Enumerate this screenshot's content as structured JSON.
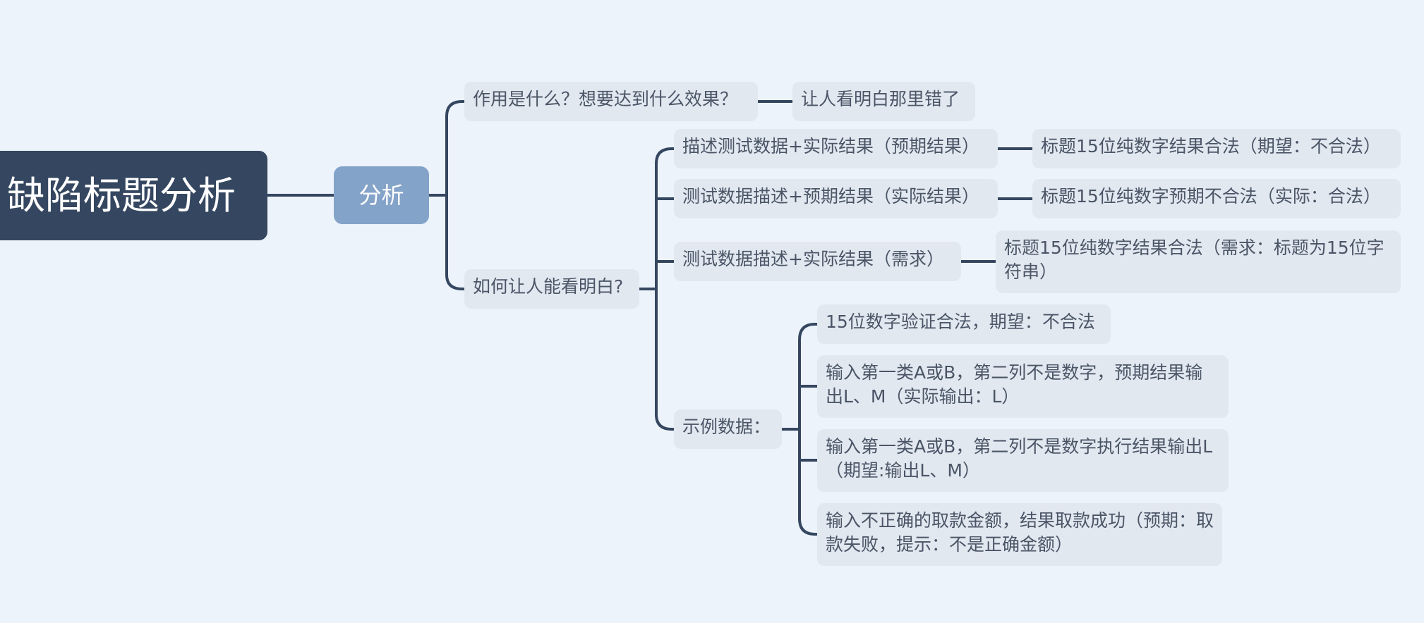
{
  "mindmap": {
    "root": "缺陷标题分析",
    "main": "分析",
    "purpose": {
      "question": "作用是什么？想要达到什么效果？",
      "answer": "让人看明白那里错了"
    },
    "how": {
      "label": "如何让人能看明白?",
      "patterns": [
        {
          "label": "描述测试数据+实际结果（预期结果）",
          "example": "标题15位纯数字结果合法（期望：不合法）"
        },
        {
          "label": "测试数据描述+预期结果（实际结果）",
          "example": "标题15位纯数字预期不合法（实际：合法）"
        },
        {
          "label": "测试数据描述+实际结果（需求）",
          "example": "标题15位纯数字结果合法（需求：标题为15位字符串）"
        }
      ],
      "examples_label": "示例数据：",
      "examples": [
        "15位数字验证合法，期望：不合法",
        "输入第一类A或B，第二列不是数字，预期结果输出L、M（实际输出：L）",
        "输入第一类A或B，第二列不是数字执行结果输出L（期望:输出L、M）",
        "输入不正确的取款金额，结果取款成功（预期：取款失败，提示：不是正确金额）"
      ]
    }
  }
}
